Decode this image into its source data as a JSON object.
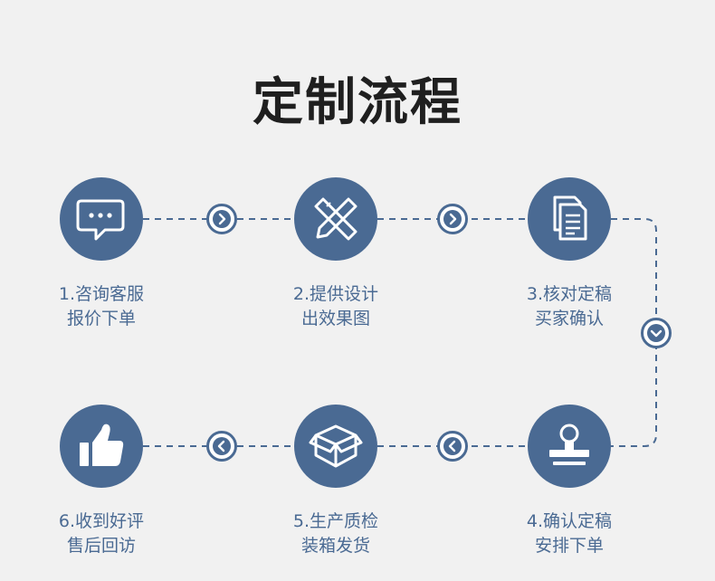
{
  "title": "定制流程",
  "steps": [
    {
      "line1": "1.咨询客服",
      "line2": "报价下单",
      "icon": "chat-bubble-icon"
    },
    {
      "line1": "2.提供设计",
      "line2": "出效果图",
      "icon": "pencil-ruler-icon"
    },
    {
      "line1": "3.核对定稿",
      "line2": "买家确认",
      "icon": "documents-icon"
    },
    {
      "line1": "4.确认定稿",
      "line2": "安排下单",
      "icon": "stamp-icon"
    },
    {
      "line1": "5.生产质检",
      "line2": "装箱发货",
      "icon": "box-icon"
    },
    {
      "line1": "6.收到好评",
      "line2": "售后回访",
      "icon": "thumbs-up-icon"
    }
  ],
  "colors": {
    "primary": "#4a6a93",
    "background": "#f1f1f1",
    "title": "#1f1f1f"
  }
}
